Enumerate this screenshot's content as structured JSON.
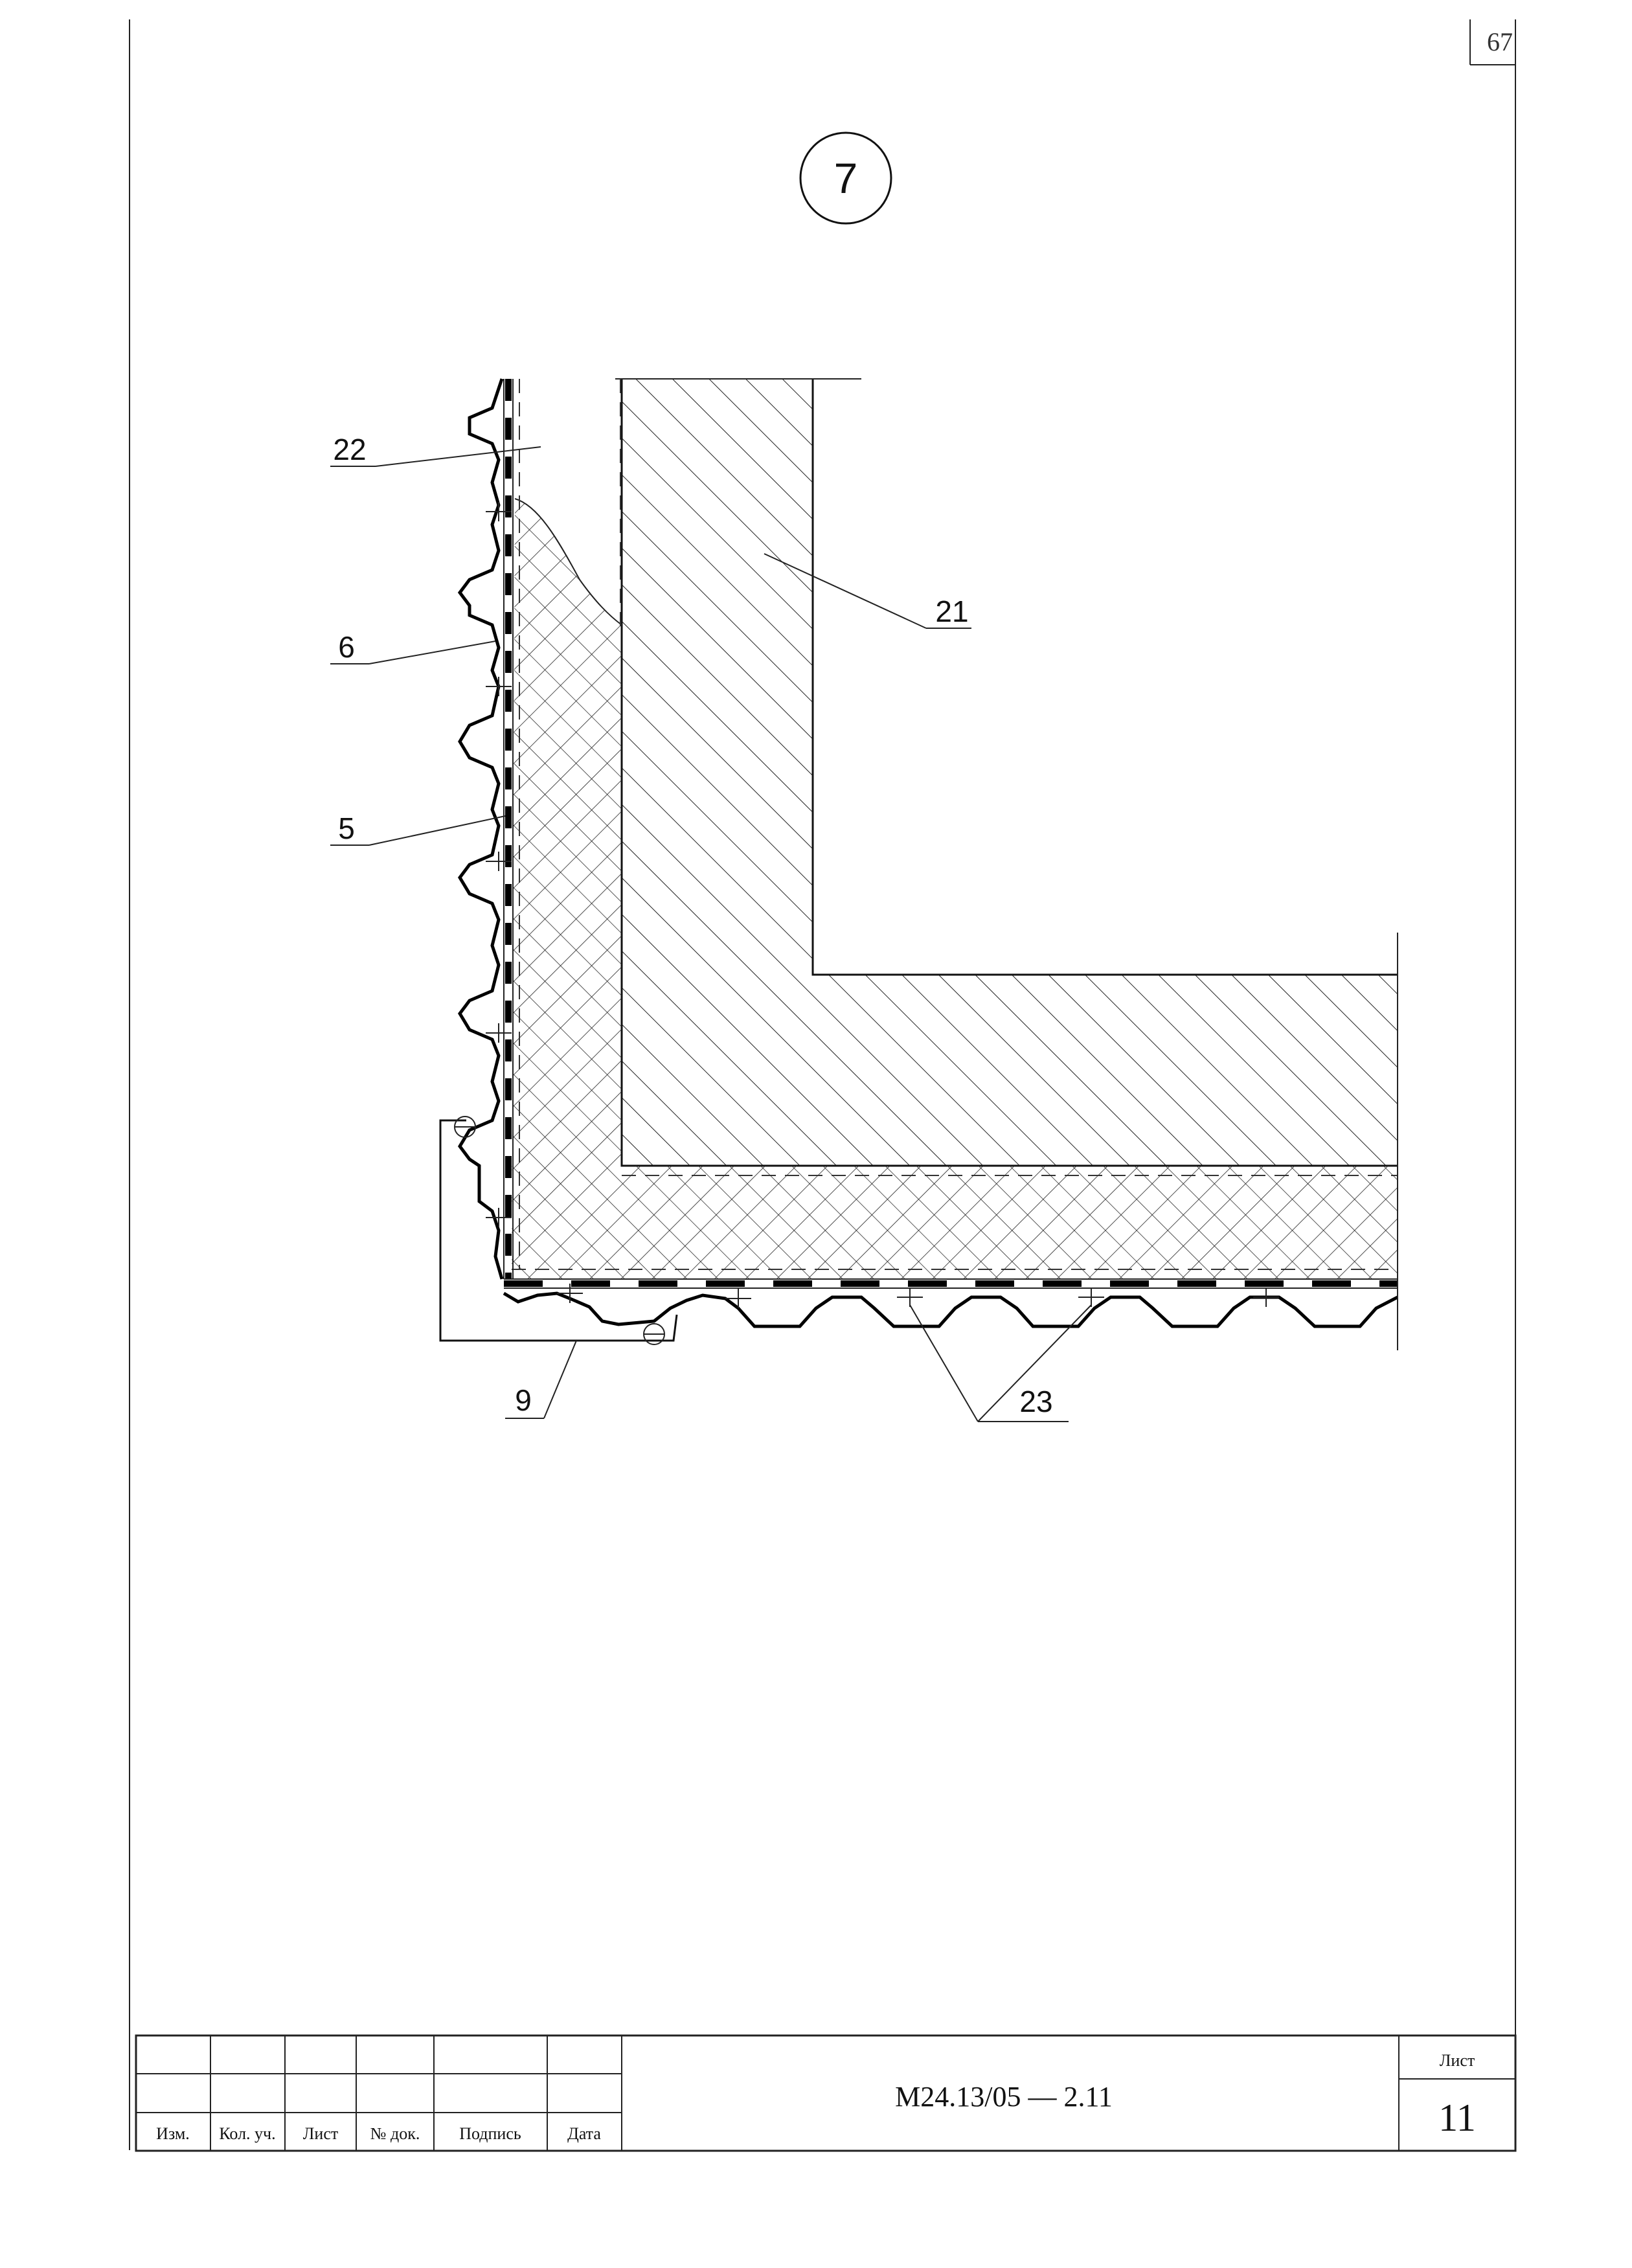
{
  "page_number": "67",
  "detail": {
    "number": "7"
  },
  "callouts": {
    "c22": "22",
    "c21": "21",
    "c6": "6",
    "c5": "5",
    "c9": "9",
    "c23": "23"
  },
  "title_block": {
    "headers": {
      "izm": "Изм.",
      "kol_uch": "Кол. уч.",
      "list": "Лист",
      "doc_no": "№ док.",
      "signature": "Подпись",
      "date": "Дата"
    },
    "document_code": "М24.13/05 — 2.11",
    "sheet_label": "Лист",
    "sheet_number": "11"
  }
}
